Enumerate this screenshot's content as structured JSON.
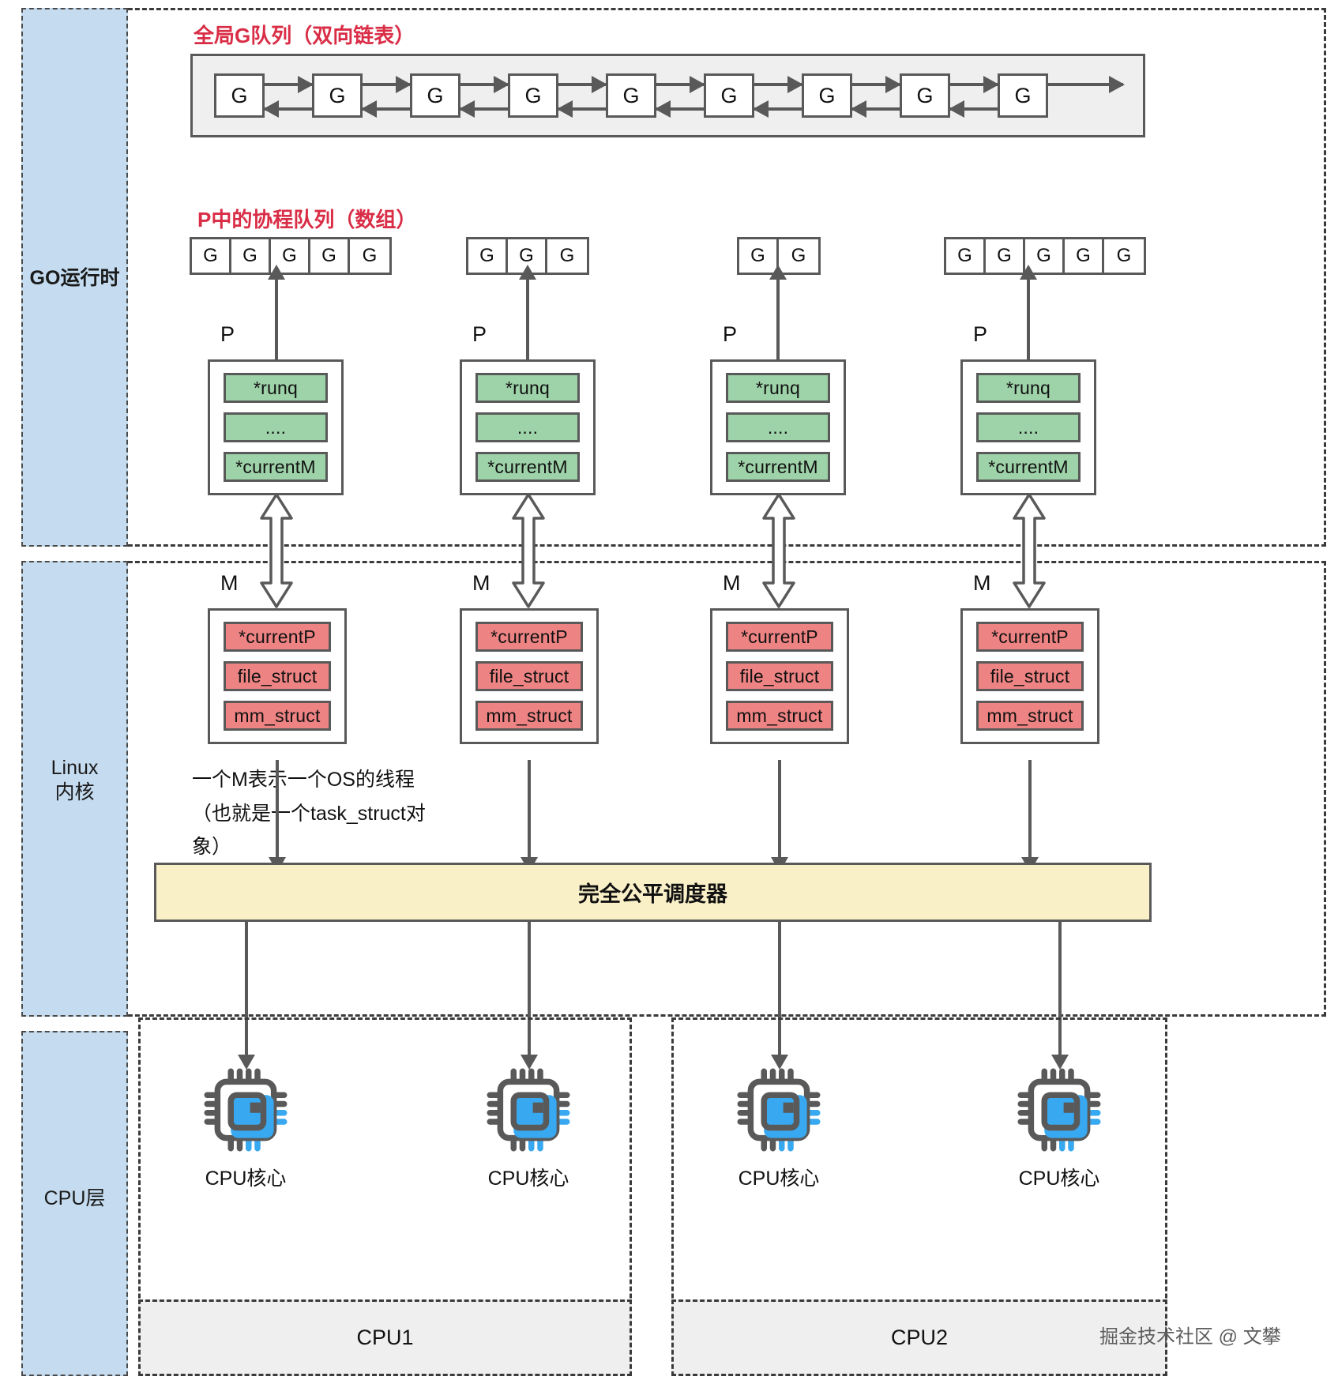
{
  "bands": [
    {
      "label": "GO运行时",
      "bold": true
    },
    {
      "label": "Linux\n内核",
      "bold": false
    },
    {
      "label": "CPU层",
      "bold": false
    }
  ],
  "titles": {
    "global_queue": "全局G队列（双向链表）",
    "p_queue": "P中的协程队列（数组）"
  },
  "global_queue": {
    "node_label": "G",
    "count": 9
  },
  "p_runqueues": [
    {
      "cells": [
        "G",
        "G",
        "G",
        "G",
        "G"
      ]
    },
    {
      "cells": [
        "G",
        "G",
        "G"
      ]
    },
    {
      "cells": [
        "G",
        "G"
      ]
    },
    {
      "cells": [
        "G",
        "G",
        "G",
        "G",
        "G"
      ]
    }
  ],
  "p_structs": [
    {
      "tag": "P",
      "fields": [
        "*runq",
        "....",
        "*currentM"
      ]
    },
    {
      "tag": "P",
      "fields": [
        "*runq",
        "....",
        "*currentM"
      ]
    },
    {
      "tag": "P",
      "fields": [
        "*runq",
        "....",
        "*currentM"
      ]
    },
    {
      "tag": "P",
      "fields": [
        "*runq",
        "....",
        "*currentM"
      ]
    }
  ],
  "m_structs": [
    {
      "tag": "M",
      "fields": [
        "*currentP",
        "file_struct",
        "mm_struct"
      ]
    },
    {
      "tag": "M",
      "fields": [
        "*currentP",
        "file_struct",
        "mm_struct"
      ]
    },
    {
      "tag": "M",
      "fields": [
        "*currentP",
        "file_struct",
        "mm_struct"
      ]
    },
    {
      "tag": "M",
      "fields": [
        "*currentP",
        "file_struct",
        "mm_struct"
      ]
    }
  ],
  "note": "一个M表示一个OS的线程\n（也就是一个task_struct对象）",
  "scheduler": {
    "label": "完全公平调度器"
  },
  "cpu": {
    "core_label": "CPU核心",
    "groups": [
      {
        "name": "CPU1",
        "cores": [
          "CPU核心",
          "CPU核心"
        ]
      },
      {
        "name": "CPU2",
        "cores": [
          "CPU核心",
          "CPU核心"
        ]
      }
    ]
  },
  "watermark": "掘金技术社区 @ 文攀",
  "colors": {
    "band_fill": "#c5dcf0",
    "title_red": "#d92d46",
    "green_field": "#9ed2a9",
    "red_field": "#ee8383",
    "scheduler_fill": "#faf0c8",
    "stroke": "#595959",
    "chip_body": "#595959",
    "chip_accent": "#38a8f0"
  }
}
